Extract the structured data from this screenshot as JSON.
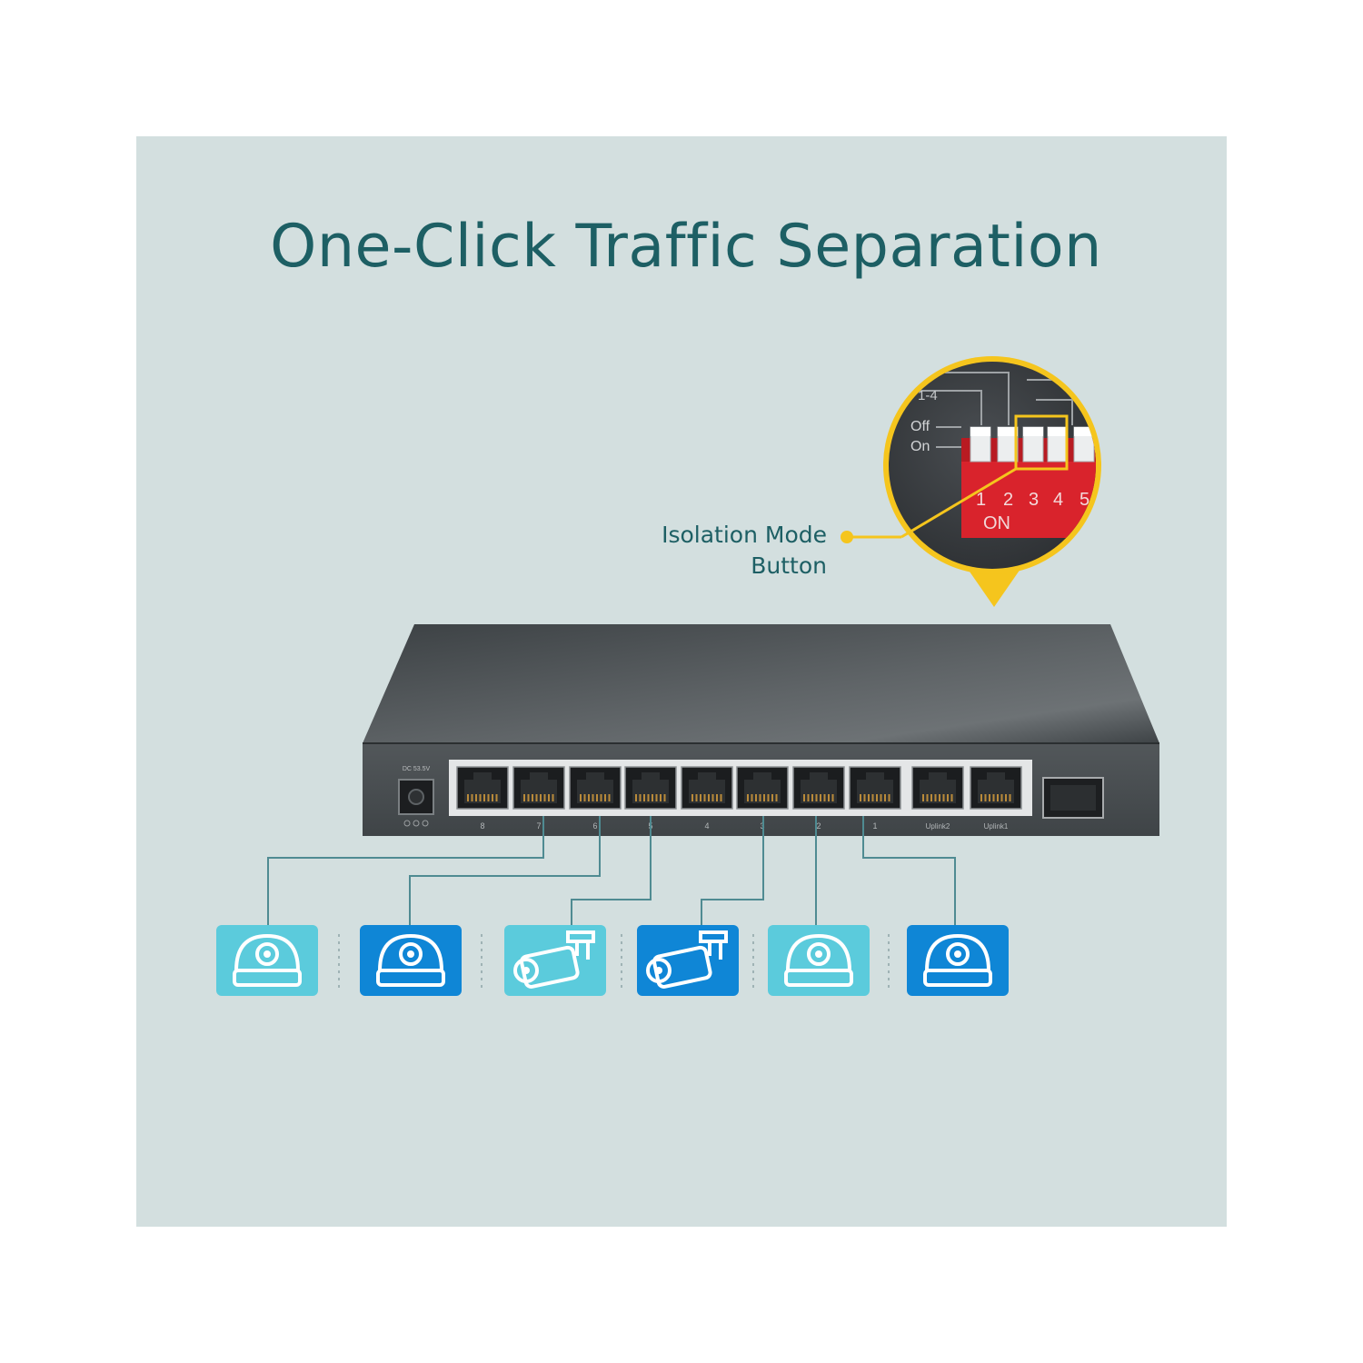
{
  "title": "One-Click Traffic Separation",
  "callout": {
    "line1": "Isolation Mode",
    "line2": "Button"
  },
  "dip_switch": {
    "group_label": "1-4",
    "off_label": "Off",
    "on_label": "On",
    "switch_numbers": [
      "1",
      "2",
      "3",
      "4",
      "5"
    ],
    "on_marking": "ON",
    "highlighted_switch": "4"
  },
  "switch_device": {
    "power_label": "DC 53.5V",
    "rj45_port_labels": [
      "8",
      "7",
      "6",
      "5",
      "4",
      "3",
      "2",
      "1"
    ],
    "uplink_labels": [
      "Uplink2",
      "Uplink1"
    ]
  },
  "cameras": [
    {
      "icon": "dome-camera-icon",
      "style": "light"
    },
    {
      "icon": "dome-camera-icon",
      "style": "dark"
    },
    {
      "icon": "bullet-camera-icon",
      "style": "light"
    },
    {
      "icon": "bullet-camera-icon",
      "style": "dark"
    },
    {
      "icon": "dome-camera-icon",
      "style": "light"
    },
    {
      "icon": "dome-camera-icon",
      "style": "dark"
    }
  ],
  "colors": {
    "background": "#d3dfdf",
    "title": "#1d5f64",
    "accent_yellow": "#f5c51d",
    "camera_light": "#5bcbdc",
    "camera_dark": "#0f86d6",
    "connector_line": "#4f8b92",
    "dip_switch_red": "#d9232c"
  }
}
